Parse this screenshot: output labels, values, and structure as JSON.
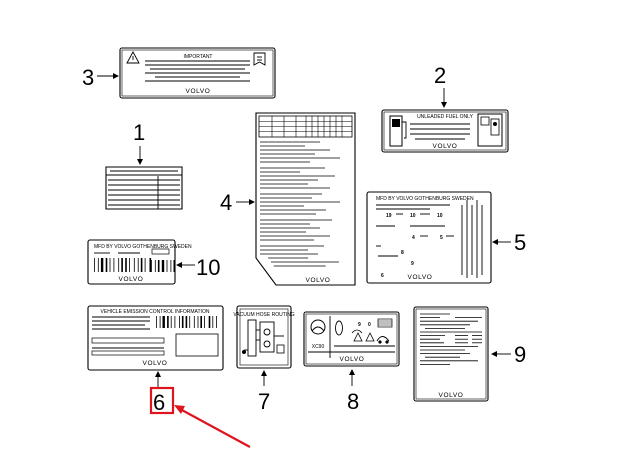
{
  "callouts": {
    "n1": "1",
    "n2": "2",
    "n3": "3",
    "n4": "4",
    "n5": "5",
    "n6": "6",
    "n7": "7",
    "n8": "8",
    "n9": "9",
    "n10": "10"
  },
  "labels": {
    "important": "IMPORTANT",
    "unleaded": "UNLEADED FUEL ONLY",
    "mfd_by": "MFD BY VOLVO GOTHENBURG SWEDEN",
    "emission": "VEHICLE EMISSION CONTROL INFORMATION",
    "vacuum": "VACUUM HOSE ROUTING",
    "xc90": "XC90",
    "brand": "VOLVO",
    "nos5": [
      "19",
      "10",
      "10",
      "4",
      "5",
      "8",
      "9",
      "6"
    ]
  },
  "highlight": {
    "color": "#e0141e",
    "target": "6"
  }
}
